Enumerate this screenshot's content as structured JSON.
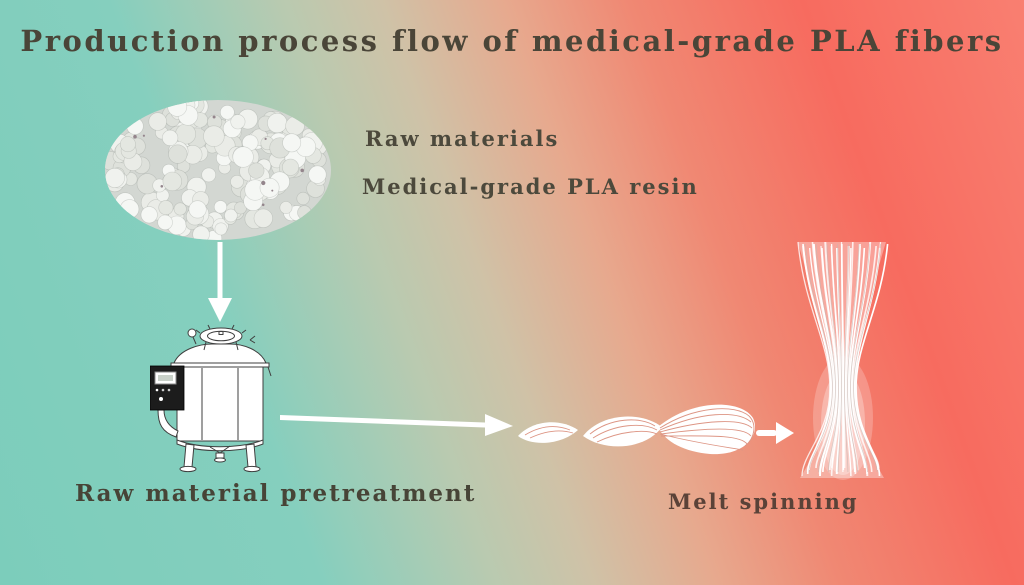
{
  "title": "Production process flow of medical-grade PLA fibers",
  "stages": {
    "raw_materials": {
      "label": "Raw materials",
      "sublabel": "Medical-grade PLA resin"
    },
    "pretreatment": {
      "label": "Raw material pretreatment"
    },
    "melt_spinning": {
      "label": "Melt spinning"
    }
  },
  "icons": {
    "down_arrow": "arrow-down-white",
    "right_arrow": "arrow-right-white",
    "small_right_arrow": "arrow-right-white-short"
  },
  "illustrations": {
    "pellets": "oval photo of white medical-grade PLA resin pellets",
    "tank": "line drawing of pretreatment tank with control panel",
    "skein": "white twisted skein of melt-spun fibers",
    "bundle": "vertical bundle of white PLA fibers"
  },
  "colors": {
    "bg_teal": "#80cebc",
    "bg_beige": "#cfc2a7",
    "bg_coral": "#f76b5f",
    "text": "#4a483c",
    "arrow": "#ffffff",
    "line_art": "#3f3f3f",
    "strand_tint": "#dd9584",
    "pellet_base": "#d3d7d2",
    "fiber_shadow": "#c9b7b0"
  }
}
